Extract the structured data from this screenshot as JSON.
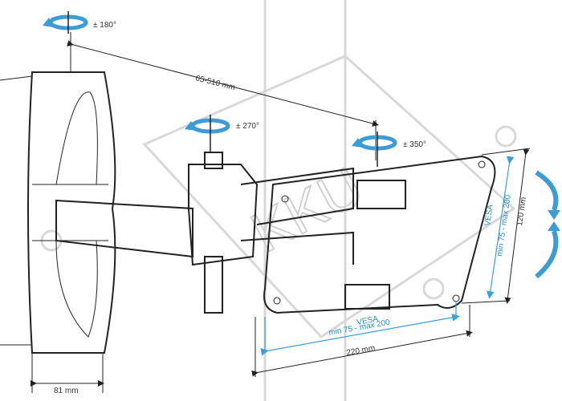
{
  "dimensions": {
    "swivel_top": "± 180°",
    "swivel_middle": "± 270°",
    "swivel_right": "± 350°",
    "arm_extension": "65-510 mm",
    "wall_plate_width": "81 mm",
    "plate_width": "220 mm",
    "plate_height": "120 mm",
    "vesa_horizontal_title": "VESA",
    "vesa_horizontal_range": "min 75 - max 200",
    "vesa_vertical_title": "VESA",
    "vesa_vertical_range": "min 75 - max 200"
  },
  "watermark": "KKU",
  "colors": {
    "arrow_blue": "#3d9bd6",
    "line_dark": "#222222",
    "watermark_gray": "#d8d8d8",
    "vesa_blue": "#2a8ec4"
  },
  "icons": [
    "rotate-arrow-icon",
    "tilt-arrow-icon"
  ]
}
